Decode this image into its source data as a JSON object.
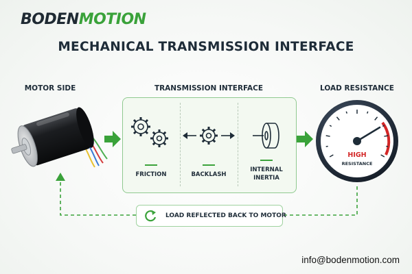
{
  "brand": {
    "part1": "BODEN",
    "part2": "MOTION"
  },
  "title": "MECHANICAL TRANSMISSION INTERFACE",
  "sections": {
    "motor": "MOTOR SIDE",
    "transmission": "TRANSMISSION INTERFACE",
    "load": "LOAD RESISTANCE"
  },
  "transmission_items": [
    {
      "label": "FRICTION",
      "icon": "gears-icon"
    },
    {
      "label": "BACKLASH",
      "icon": "backlash-gear-icon"
    },
    {
      "label_line1": "INTERNAL",
      "label_line2": "INERTIA",
      "icon": "flywheel-icon"
    }
  ],
  "gauge": {
    "line1": "HIGH",
    "line2": "RESISTANCE",
    "icon": "speedometer-gauge-icon"
  },
  "feedback": {
    "label": "LOAD REFLECTED BACK TO MOTOR",
    "icon": "circular-arrow-icon"
  },
  "contact": {
    "email": "info@bodenmotion.com"
  },
  "colors": {
    "accent_green": "#3aa23a",
    "dark_navy": "#1e2c38",
    "alert_red": "#d32626"
  }
}
